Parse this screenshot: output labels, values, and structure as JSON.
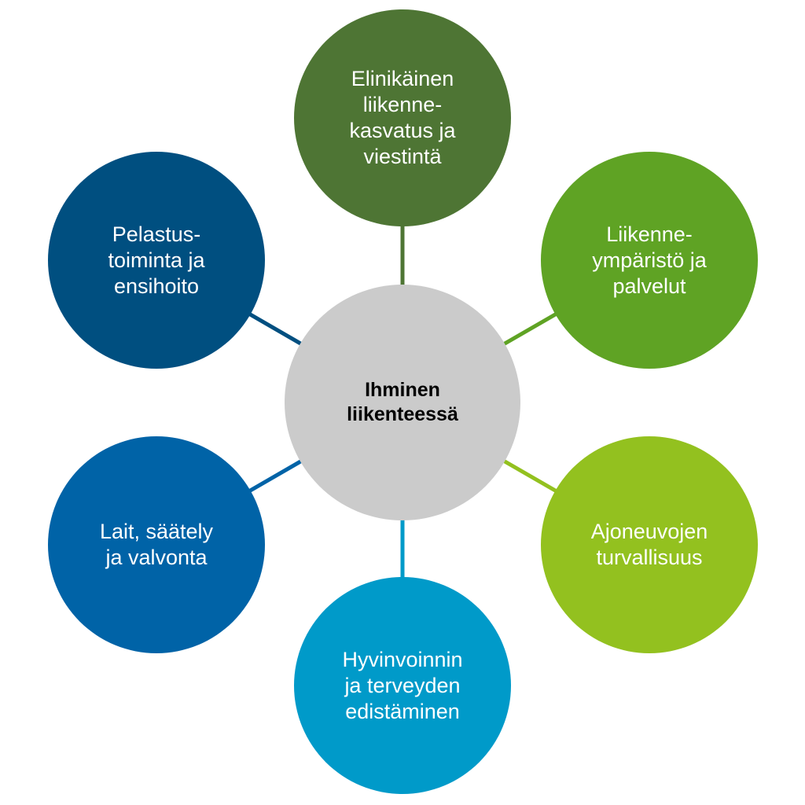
{
  "center": {
    "label": "Ihminen\nliikenteessä",
    "color": "#cbcbcb"
  },
  "nodes": [
    {
      "label": "Elinikäinen\nliikenne-\nkasvatus ja\nviestintä",
      "color": "#4e7534"
    },
    {
      "label": "Liikenne-\nympäristö ja\npalvelut",
      "color": "#5fa324"
    },
    {
      "label": "Ajoneuvojen\nturvallisuus",
      "color": "#93c11f"
    },
    {
      "label": "Hyvinvoinnin\nja terveyden\nedistäminen",
      "color": "#009ac9"
    },
    {
      "label": "Lait, säätely\nja valvonta",
      "color": "#0063a7"
    },
    {
      "label": "Pelastus-\ntoiminta ja\nensihoito",
      "color": "#004f80"
    }
  ]
}
